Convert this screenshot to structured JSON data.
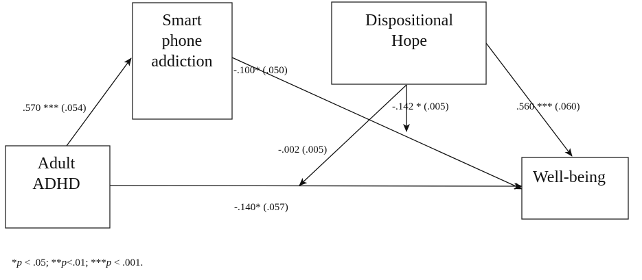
{
  "nodes": {
    "smartphone": {
      "lines": [
        "Smart",
        "phone",
        "addiction"
      ]
    },
    "hope": {
      "lines": [
        "Dispositional",
        "Hope"
      ]
    },
    "adhd": {
      "lines": [
        "Adult",
        "ADHD"
      ]
    },
    "wellbeing": {
      "lines": [
        "Well-being"
      ]
    }
  },
  "paths": {
    "adhd_to_smartphone": ".570 *** (.054)",
    "smartphone_to_wellbeing": "-.100* (.050)",
    "hope_moderation_smartphone": "-.142 * (.005)",
    "hope_moderation_adhd": "-.002 (.005)",
    "hope_to_wellbeing": ".560 *** (.060)",
    "adhd_to_wellbeing": "-.140* (.057)"
  },
  "footnote": {
    "p1": "p",
    "t1": " < .05; **",
    "p2": "p",
    "t2": "<.01; ***",
    "p3": "p",
    "t3": " < .001."
  },
  "footnote_prefix": "*",
  "colors": {
    "line": "#111111",
    "background": "#ffffff"
  }
}
